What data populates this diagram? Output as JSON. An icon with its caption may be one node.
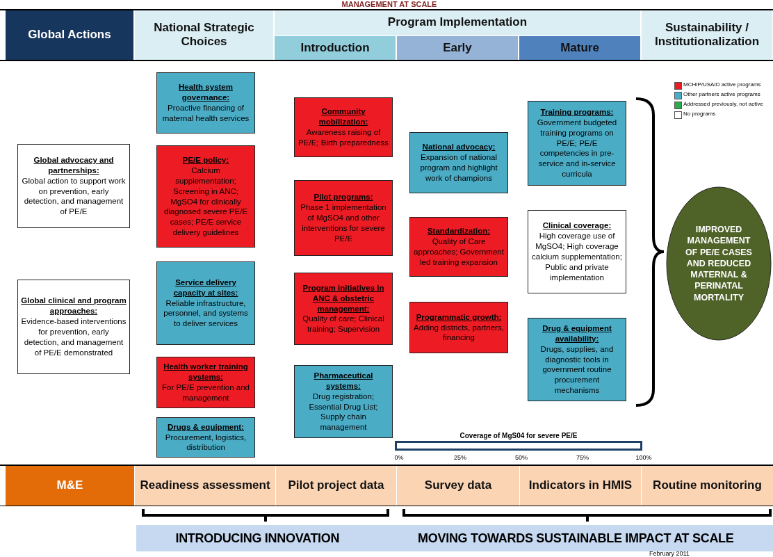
{
  "diagram": {
    "title": "MANAGEMENT AT SCALE",
    "nodes": [
      {
        "text": [
          "Global Actions"
        ]
      },
      {
        "text": [
          "National Strategic Choices"
        ]
      },
      {
        "text": [
          "Program Implementation"
        ]
      },
      {
        "text": [
          "Sustainability / Institutionalization"
        ]
      },
      {
        "text": [
          "Introduction"
        ]
      },
      {
        "text": [
          "Early"
        ]
      },
      {
        "text": [
          "Mature"
        ]
      },
      {
        "text": [
          "Global advocacy and partnerships:",
          "Global action to support work on prevention, early detection, and management of PE/E"
        ]
      },
      {
        "text": [
          "Global clinical and program approaches:",
          "Evidence-based interventions for prevention, early detection, and management of PE/E demonstrated"
        ]
      },
      {
        "text": [
          "Health system governance:",
          "Proactive financing of maternal health services"
        ]
      },
      {
        "text": [
          "PE/E policy:",
          "Calcium supplementation; Screening in ANC; MgSO4 for clinically diagnosed severe PE/E cases; PE/E service delivery guidelines"
        ]
      },
      {
        "text": [
          "Service delivery capacity at sites:",
          "Reliable infrastructure, personnel, and systems to deliver services"
        ]
      },
      {
        "text": [
          "Health worker training systems:",
          "For PE/E prevention and management"
        ]
      },
      {
        "text": [
          "Drugs & equipment:",
          "Procurement, logistics, distribution"
        ]
      },
      {
        "text": [
          "Community mobilization:",
          "Awareness raising of PE/E; Birth preparedness"
        ]
      },
      {
        "text": [
          "Pilot programs:",
          "Phase 1 implementation of MgSO4 and other interventions for severe PE/E"
        ]
      },
      {
        "text": [
          "Program initiatives in ANC & obstetric management:",
          "Quality of care; Clinical training; Supervision"
        ]
      },
      {
        "text": [
          "Pharmaceutical systems:",
          "Drug registration; Essential Drug List; Supply chain management"
        ]
      },
      {
        "text": [
          "National advocacy:",
          "Expansion of national program and highlight work of champions"
        ]
      },
      {
        "text": [
          "Standardization:",
          "Quality of Care approaches; Government led training expansion"
        ]
      },
      {
        "text": [
          "Programmatic growth:",
          "Adding districts, partners, financing"
        ]
      },
      {
        "text": [
          "Training programs:",
          "Government budgeted training programs on PE/E; PE/E competencies in pre-service and in-service curricula"
        ]
      },
      {
        "text": [
          "Clinical coverage:",
          "High coverage use of MgSO4; High coverage calcium supplementation; Public and private implementation"
        ]
      },
      {
        "text": [
          "Drug & equipment availability:",
          "Drugs, supplies, and diagnostic tools in government routine procurement mechanisms"
        ]
      },
      {
        "text": [
          "IMPROVED MANAGEMENT OF PE/E CASES AND REDUCED MATERNAL & PERINATAL MORTALITY"
        ]
      },
      {
        "text": [
          "M&E"
        ]
      },
      {
        "text": [
          "Readiness assessment"
        ]
      },
      {
        "text": [
          "Pilot project data"
        ]
      },
      {
        "text": [
          "Survey data"
        ]
      },
      {
        "text": [
          "Indicators in HMIS"
        ]
      },
      {
        "text": [
          "Routine monitoring"
        ]
      },
      {
        "text": [
          "INTRODUCING INNOVATION",
          "MOVING TOWARDS SUSTAINABLE IMPACT AT SCALE"
        ]
      }
    ],
    "edges": [],
    "labels": [
      "Coverage of MgS04 for severe PE/E",
      "0%",
      "25%",
      "50%",
      "75%",
      "100%",
      "February 2011"
    ],
    "legend": [
      {
        "text": "MCHIP/USAID active programs",
        "color": "#ed1c24"
      },
      {
        "text": "Other partners active programs",
        "color": "#4bacc6"
      },
      {
        "text": "Addressed previously, not active",
        "color": "#2ea84a"
      },
      {
        "text": "No programs",
        "color": "#ffffff"
      }
    ]
  }
}
